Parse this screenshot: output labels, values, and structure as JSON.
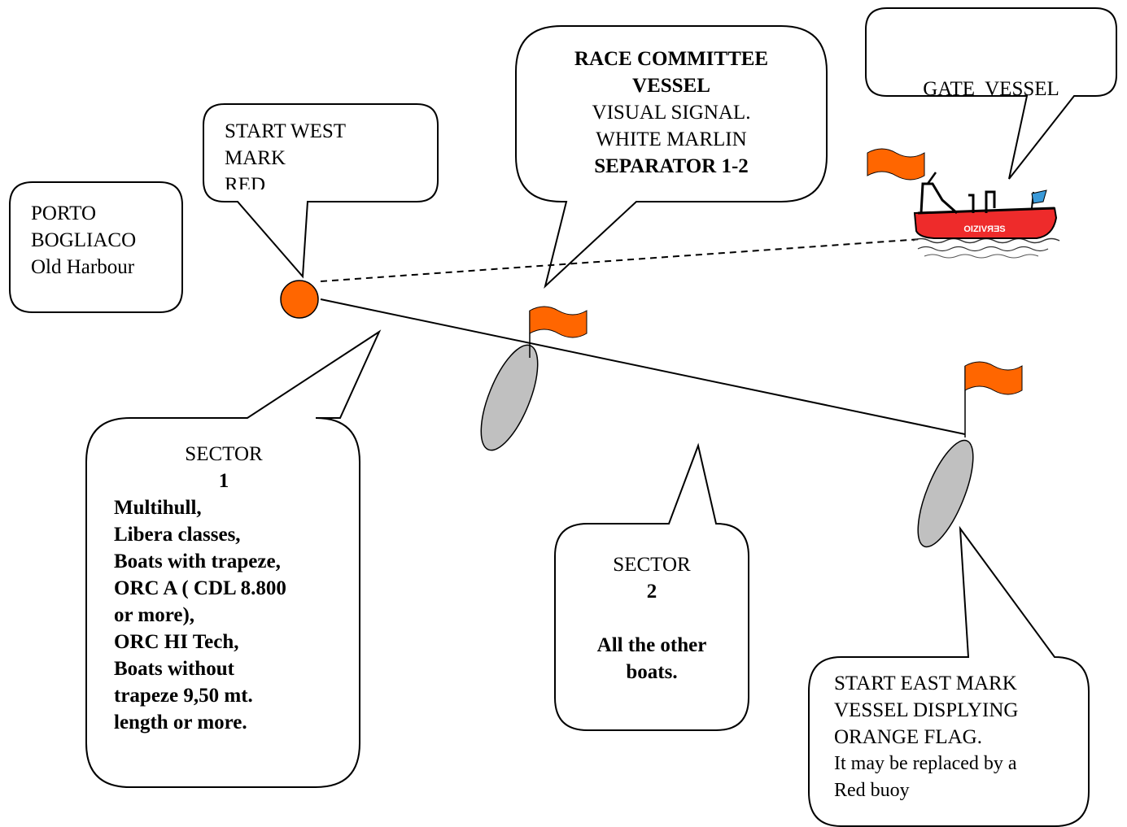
{
  "callouts": {
    "porto": {
      "lines": [
        "PORTO",
        "BOGLIACO",
        "Old Harbour"
      ]
    },
    "start_west": {
      "lines": [
        "START WEST",
        "MARK",
        "RED"
      ]
    },
    "race_committee": {
      "title_lines": [
        "RACE COMMITTEE",
        "VESSEL"
      ],
      "lines": [
        "VISUAL SIGNAL.",
        "WHITE MARLIN"
      ],
      "separator": "SEPARATOR 1-2"
    },
    "gate_vessel": {
      "label": "GATE  VESSEL"
    },
    "sector1": {
      "title": "SECTOR",
      "number": "1",
      "lines": [
        "Multihull,",
        "Libera classes,",
        "Boats with trapeze,",
        "ORC A ( CDL 8.800",
        "or more),",
        "ORC HI Tech,",
        "Boats without",
        "trapeze  9,50 mt.",
        "length or more."
      ]
    },
    "sector2": {
      "title": "SECTOR",
      "number": "2",
      "lines": [
        "All the other",
        "boats."
      ]
    },
    "start_east": {
      "lines": [
        "START EAST MARK",
        "VESSEL DISPLYING",
        "ORANGE FLAG.",
        "It may be replaced by  a",
        "Red buoy"
      ]
    }
  },
  "vessel": {
    "hull_text": "OIZIVЯƎS"
  },
  "colors": {
    "flag_orange": "#ff6600",
    "buoy_orange": "#ff6600",
    "vessel_grey": "#c0c0c0",
    "boat_red": "#ee2b2b"
  }
}
